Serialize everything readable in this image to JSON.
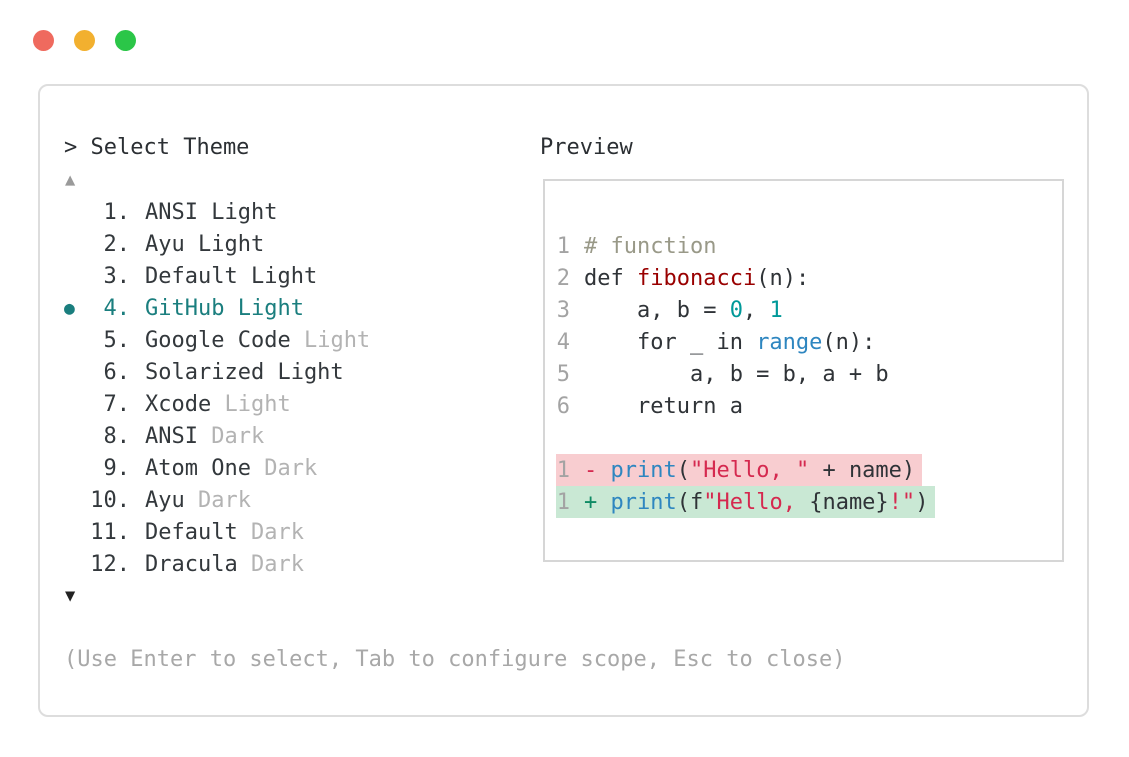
{
  "window": {
    "controls": [
      {
        "label": "close"
      },
      {
        "label": "minimize"
      },
      {
        "label": "maximize"
      }
    ]
  },
  "prompt": {
    "title": "> Select Theme",
    "scroll_up_indicator": "▲",
    "scroll_down_indicator": "▼",
    "help_text": "(Use Enter to select, Tab to configure scope, Esc to close)"
  },
  "theme_list": {
    "selection_marker": "●",
    "selected_number": "4.",
    "items": [
      {
        "number": "1.",
        "name": "ANSI Light",
        "dim_suffix": "",
        "selected": false
      },
      {
        "number": "2.",
        "name": "Ayu Light",
        "dim_suffix": "",
        "selected": false
      },
      {
        "number": "3.",
        "name": "Default Light",
        "dim_suffix": "",
        "selected": false
      },
      {
        "number": "4.",
        "name": "GitHub Light",
        "dim_suffix": "",
        "selected": true
      },
      {
        "number": "5.",
        "name": "Google Code",
        "dim_suffix": "Light",
        "selected": false
      },
      {
        "number": "6.",
        "name": "Solarized Light",
        "dim_suffix": "",
        "selected": false
      },
      {
        "number": "7.",
        "name": "Xcode",
        "dim_suffix": "Light",
        "selected": false
      },
      {
        "number": "8.",
        "name": "ANSI",
        "dim_suffix": "Dark",
        "selected": false
      },
      {
        "number": "9.",
        "name": "Atom One",
        "dim_suffix": "Dark",
        "selected": false
      },
      {
        "number": "10.",
        "name": "Ayu",
        "dim_suffix": "Dark",
        "selected": false
      },
      {
        "number": "11.",
        "name": "Default",
        "dim_suffix": "Dark",
        "selected": false
      },
      {
        "number": "12.",
        "name": "Dracula",
        "dim_suffix": "Dark",
        "selected": false
      }
    ]
  },
  "preview": {
    "title": "Preview",
    "lines": [
      {
        "num": "1",
        "diff": "none",
        "tokens": [
          [
            "comment",
            "# function"
          ]
        ]
      },
      {
        "num": "2",
        "diff": "none",
        "tokens": [
          [
            "plain",
            "def "
          ],
          [
            "title",
            "fibonacci"
          ],
          [
            "plain",
            "(n):"
          ]
        ]
      },
      {
        "num": "3",
        "diff": "none",
        "tokens": [
          [
            "plain",
            "    a, b = "
          ],
          [
            "number",
            "0"
          ],
          [
            "plain",
            ", "
          ],
          [
            "number",
            "1"
          ]
        ]
      },
      {
        "num": "4",
        "diff": "none",
        "tokens": [
          [
            "plain",
            "    for _ in "
          ],
          [
            "builtin",
            "range"
          ],
          [
            "plain",
            "(n):"
          ]
        ]
      },
      {
        "num": "5",
        "diff": "none",
        "tokens": [
          [
            "plain",
            "        a, b = b, a + b"
          ]
        ]
      },
      {
        "num": "6",
        "diff": "none",
        "tokens": [
          [
            "plain",
            "    return a"
          ]
        ]
      },
      {
        "num": "",
        "diff": "none",
        "tokens": []
      },
      {
        "num": "1",
        "diff": "deletion",
        "tokens": [
          [
            "del-sign",
            "- "
          ],
          [
            "builtin",
            "print"
          ],
          [
            "plain",
            "("
          ],
          [
            "string",
            "\"Hello, \""
          ],
          [
            "plain",
            " + name)"
          ]
        ]
      },
      {
        "num": "1",
        "diff": "addition",
        "tokens": [
          [
            "add-sign",
            "+ "
          ],
          [
            "builtin",
            "print"
          ],
          [
            "plain",
            "(f"
          ],
          [
            "string",
            "\"Hello, "
          ],
          [
            "plain",
            "{name}"
          ],
          [
            "string",
            "!\""
          ],
          [
            "plain",
            ")"
          ]
        ]
      }
    ]
  },
  "colors": {
    "accent_teal": "#1a7e7e",
    "item_text": "#33383c",
    "item_dim": "#b3b3b3",
    "line_number": "#a3a3a3",
    "help_text": "#a8a8a8",
    "scroll_up": "#9a9a9a",
    "scroll_down": "#222222",
    "panel_border": "#dddddd",
    "preview_border": "#d6d6d6",
    "code_plain": "#2f3337",
    "code_comment": "#999988",
    "code_title": "#990000",
    "code_number": "#009999",
    "code_builtin": "#2e86c0",
    "code_string": "#d5294f",
    "diff_del_bg": "#f8cdd0",
    "diff_add_bg": "#c9e8d4",
    "diff_add_sign": "#0f8a64",
    "traffic_red": "#ef6a5e",
    "traffic_yellow": "#f2b02f",
    "traffic_green": "#2bc648"
  }
}
